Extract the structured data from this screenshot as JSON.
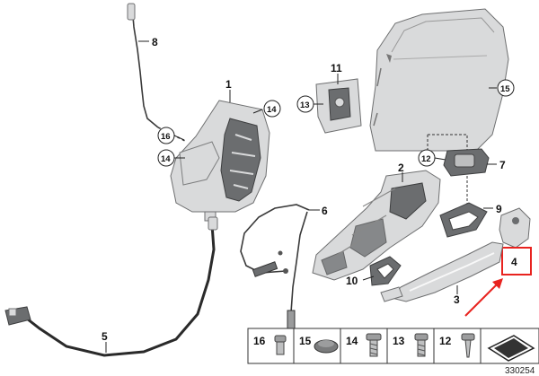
{
  "labels": {
    "p1": "1",
    "p2": "2",
    "p3": "3",
    "p4": "4",
    "p5": "5",
    "p6": "6",
    "p7": "7",
    "p8": "8",
    "p9": "9",
    "p10": "10",
    "p11": "11",
    "c12": "12",
    "c13": "13",
    "c14a": "14",
    "c14b": "14",
    "c15": "15",
    "c16": "16"
  },
  "legend": {
    "items": [
      {
        "number": "16",
        "icon": "grommet-icon"
      },
      {
        "number": "15",
        "icon": "plug-cap-icon"
      },
      {
        "number": "14",
        "icon": "torx-screw-icon"
      },
      {
        "number": "13",
        "icon": "bolt-icon"
      },
      {
        "number": "12",
        "icon": "screw-icon"
      }
    ],
    "last_icon": "mat-icon"
  },
  "diagram_id": "330254",
  "highlight": {
    "label": "4",
    "color": "#e8231f"
  },
  "colors": {
    "part_fill": "#d9dadb",
    "part_stroke": "#6e6f70",
    "accent": "#e8231f"
  }
}
